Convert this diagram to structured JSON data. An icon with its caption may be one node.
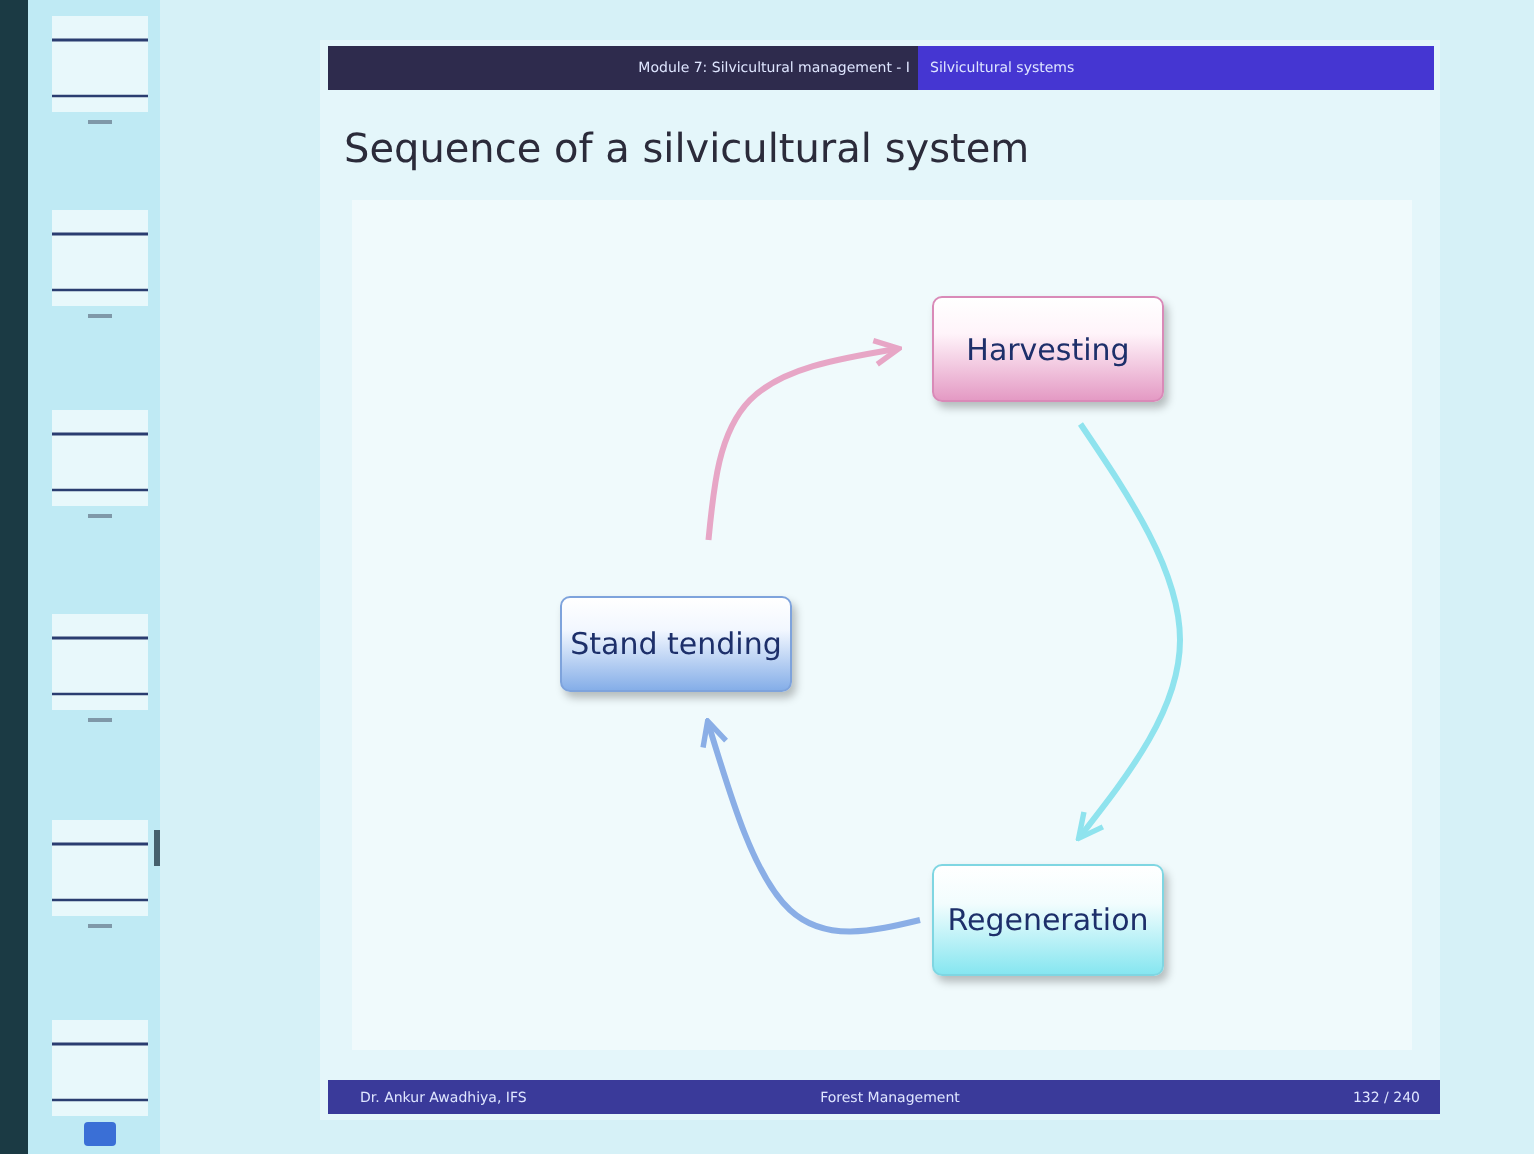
{
  "diagram": {
    "title": "Sequence of a silvicultural system",
    "nodes": [
      {
        "text": [
          "Harvesting"
        ]
      },
      {
        "text": [
          "Regeneration"
        ]
      },
      {
        "text": [
          "Stand tending"
        ]
      }
    ],
    "edges": [
      {
        "from": 2,
        "to": 0,
        "arrow": "to",
        "color": "#e7a6c6"
      },
      {
        "from": 0,
        "to": 1,
        "arrow": "to",
        "color": "#8fe3ee"
      },
      {
        "from": 1,
        "to": 2,
        "arrow": "to",
        "color": "#8aaee6"
      }
    ],
    "labels": [
      "Module 7: Silvicultural management - I",
      "Silvicultural systems",
      "Dr. Ankur Awadhiya, IFS",
      "Forest Management",
      "132 / 240"
    ]
  }
}
